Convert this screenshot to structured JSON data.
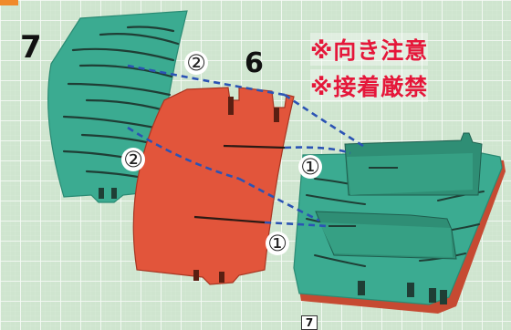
{
  "labels": {
    "part_7": "7",
    "part_6": "6",
    "page_number": "7",
    "step_1a": "①",
    "step_1b": "①",
    "step_2a": "②",
    "step_2b": "②"
  },
  "warnings": {
    "line1": "※向き注意",
    "line2": "※接着厳禁"
  },
  "colors": {
    "mat_background": "#cfe5cf",
    "grid_line": "#ffffff",
    "teal_part": "#3bab91",
    "red_part": "#e2553b",
    "warning_text": "#e5173a",
    "dashed_guide": "#2b53b4",
    "label_text": "#111111"
  }
}
